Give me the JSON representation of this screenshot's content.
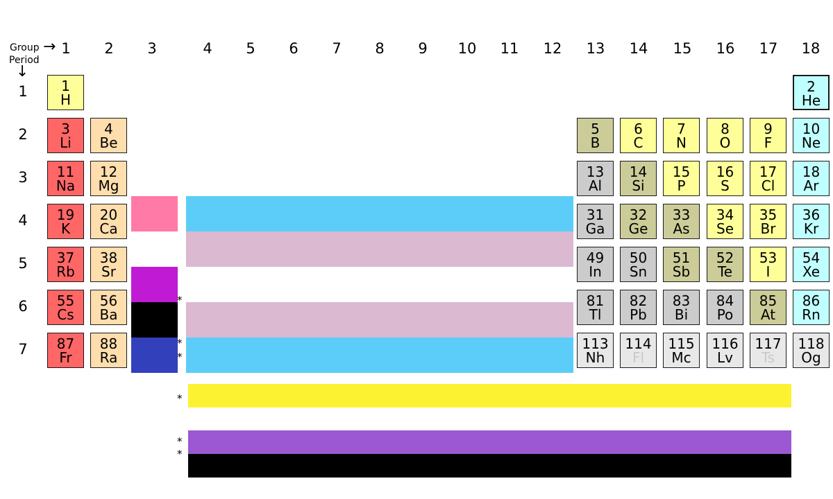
{
  "header": {
    "group_label": "Group",
    "period_label": "Period",
    "right_arrow": "→",
    "down_arrow": "↓"
  },
  "groups": [
    "1",
    "2",
    "3",
    "4",
    "5",
    "6",
    "7",
    "8",
    "9",
    "10",
    "11",
    "12",
    "13",
    "14",
    "15",
    "16",
    "17",
    "18"
  ],
  "periods": [
    "1",
    "2",
    "3",
    "4",
    "5",
    "6",
    "7"
  ],
  "markers": {
    "star": "*"
  },
  "colors": {
    "alkali": "#ff6666",
    "alkaline_earth": "#ffdead",
    "metalloid": "#cccc99",
    "nonmetal": "#ffff99",
    "noble_gas": "#c0ffff",
    "post_transition": "#cccccc",
    "unknown": "#e8e8e8",
    "stripe_pink": "#ff7aa6",
    "stripe_blue": "#5bcdf8",
    "stripe_lilac": "#dbb9d1",
    "stripe_magenta": "#c01ad4",
    "stripe_black": "#000000",
    "stripe_navy": "#3340bb",
    "stripe_yellow": "#fdf231",
    "stripe_purple": "#9b58d2"
  },
  "elements": [
    {
      "z": "1",
      "sym": "H",
      "kind": "nonmetal"
    },
    {
      "z": "2",
      "sym": "He",
      "kind": "noble_gas"
    },
    {
      "z": "3",
      "sym": "Li",
      "kind": "alkali"
    },
    {
      "z": "4",
      "sym": "Be",
      "kind": "alkaline_earth"
    },
    {
      "z": "5",
      "sym": "B",
      "kind": "metalloid"
    },
    {
      "z": "6",
      "sym": "C",
      "kind": "nonmetal"
    },
    {
      "z": "7",
      "sym": "N",
      "kind": "nonmetal"
    },
    {
      "z": "8",
      "sym": "O",
      "kind": "nonmetal"
    },
    {
      "z": "9",
      "sym": "F",
      "kind": "nonmetal"
    },
    {
      "z": "10",
      "sym": "Ne",
      "kind": "noble_gas"
    },
    {
      "z": "11",
      "sym": "Na",
      "kind": "alkali"
    },
    {
      "z": "12",
      "sym": "Mg",
      "kind": "alkaline_earth"
    },
    {
      "z": "13",
      "sym": "Al",
      "kind": "post_transition"
    },
    {
      "z": "14",
      "sym": "Si",
      "kind": "metalloid"
    },
    {
      "z": "15",
      "sym": "P",
      "kind": "nonmetal"
    },
    {
      "z": "16",
      "sym": "S",
      "kind": "nonmetal"
    },
    {
      "z": "17",
      "sym": "Cl",
      "kind": "nonmetal"
    },
    {
      "z": "18",
      "sym": "Ar",
      "kind": "noble_gas"
    },
    {
      "z": "19",
      "sym": "K",
      "kind": "alkali"
    },
    {
      "z": "20",
      "sym": "Ca",
      "kind": "alkaline_earth"
    },
    {
      "z": "31",
      "sym": "Ga",
      "kind": "post_transition"
    },
    {
      "z": "32",
      "sym": "Ge",
      "kind": "metalloid"
    },
    {
      "z": "33",
      "sym": "As",
      "kind": "metalloid"
    },
    {
      "z": "34",
      "sym": "Se",
      "kind": "nonmetal"
    },
    {
      "z": "35",
      "sym": "Br",
      "kind": "nonmetal"
    },
    {
      "z": "36",
      "sym": "Kr",
      "kind": "noble_gas"
    },
    {
      "z": "37",
      "sym": "Rb",
      "kind": "alkali"
    },
    {
      "z": "38",
      "sym": "Sr",
      "kind": "alkaline_earth"
    },
    {
      "z": "49",
      "sym": "In",
      "kind": "post_transition"
    },
    {
      "z": "50",
      "sym": "Sn",
      "kind": "post_transition"
    },
    {
      "z": "51",
      "sym": "Sb",
      "kind": "metalloid"
    },
    {
      "z": "52",
      "sym": "Te",
      "kind": "metalloid"
    },
    {
      "z": "53",
      "sym": "I",
      "kind": "nonmetal"
    },
    {
      "z": "54",
      "sym": "Xe",
      "kind": "noble_gas"
    },
    {
      "z": "55",
      "sym": "Cs",
      "kind": "alkali"
    },
    {
      "z": "56",
      "sym": "Ba",
      "kind": "alkaline_earth"
    },
    {
      "z": "81",
      "sym": "Tl",
      "kind": "post_transition"
    },
    {
      "z": "82",
      "sym": "Pb",
      "kind": "post_transition"
    },
    {
      "z": "83",
      "sym": "Bi",
      "kind": "post_transition"
    },
    {
      "z": "84",
      "sym": "Po",
      "kind": "post_transition"
    },
    {
      "z": "85",
      "sym": "At",
      "kind": "metalloid"
    },
    {
      "z": "86",
      "sym": "Rn",
      "kind": "noble_gas"
    },
    {
      "z": "87",
      "sym": "Fr",
      "kind": "alkali"
    },
    {
      "z": "88",
      "sym": "Ra",
      "kind": "alkaline_earth"
    },
    {
      "z": "113",
      "sym": "Nh",
      "kind": "unknown"
    },
    {
      "z": "114",
      "sym": "Fl",
      "kind": "unknown",
      "faint": true
    },
    {
      "z": "115",
      "sym": "Mc",
      "kind": "unknown"
    },
    {
      "z": "116",
      "sym": "Lv",
      "kind": "unknown"
    },
    {
      "z": "117",
      "sym": "Ts",
      "kind": "unknown",
      "faint": true
    },
    {
      "z": "118",
      "sym": "Og",
      "kind": "unknown"
    }
  ]
}
